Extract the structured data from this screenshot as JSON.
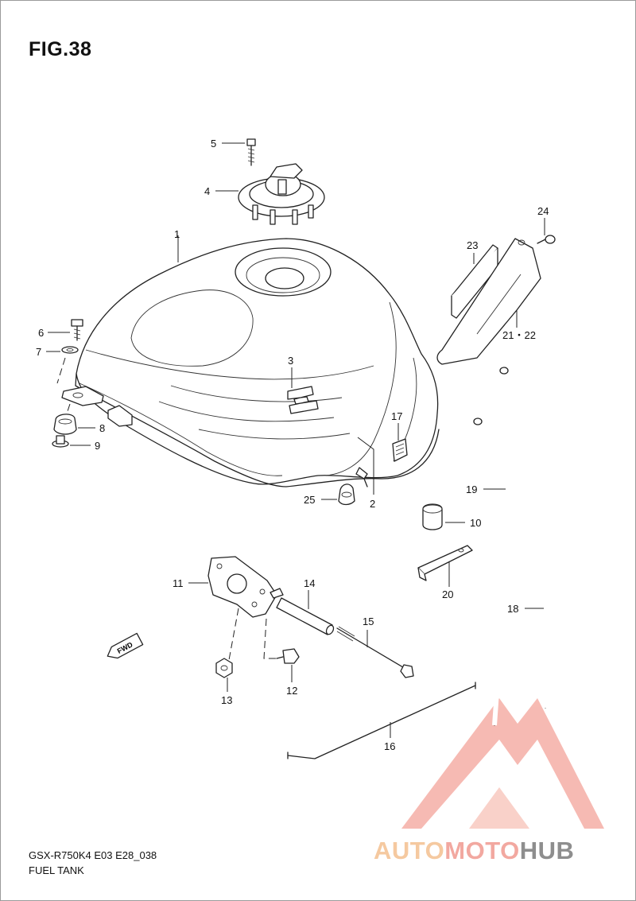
{
  "figure": {
    "title": "FIG.38"
  },
  "caption": {
    "model_code": "GSX-R750K4 E03 E28_038",
    "name": "FUEL TANK"
  },
  "watermark": {
    "auto": "AUTO",
    "moto": "MOTO",
    "hub": "HUB",
    "colors": {
      "auto": "#f5c9a0",
      "moto": "#f2a8a0",
      "hub": "#8e8e8e",
      "triangle": "#f28c82"
    }
  },
  "forward_marker": {
    "label": "FWD"
  },
  "callouts": {
    "c1": "1",
    "c2": "2",
    "c3": "3",
    "c4": "4",
    "c5": "5",
    "c6": "6",
    "c7": "7",
    "c8": "8",
    "c9": "9",
    "c10": "10",
    "c11": "11",
    "c12": "12",
    "c13": "13",
    "c14": "14",
    "c15": "15",
    "c16": "16",
    "c17": "17",
    "c18": "18",
    "c19": "19",
    "c20": "20",
    "c21_22": "21・22",
    "c23": "23",
    "c24": "24",
    "c25": "25"
  }
}
